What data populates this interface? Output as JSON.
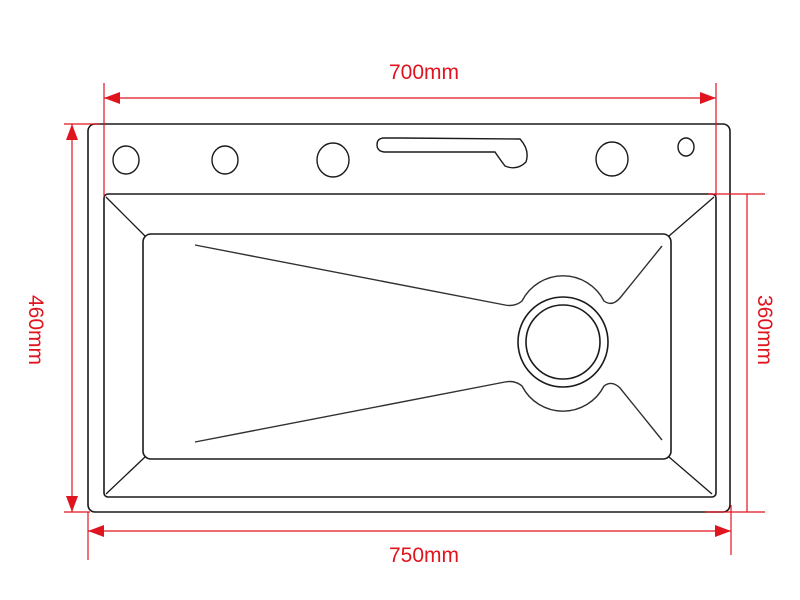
{
  "dimensions": {
    "top_width": "700mm",
    "bottom_width": "750mm",
    "left_height": "460mm",
    "right_height": "360mm"
  },
  "colors": {
    "dimension": "#e0141e",
    "outline": "#1a1a1a"
  }
}
